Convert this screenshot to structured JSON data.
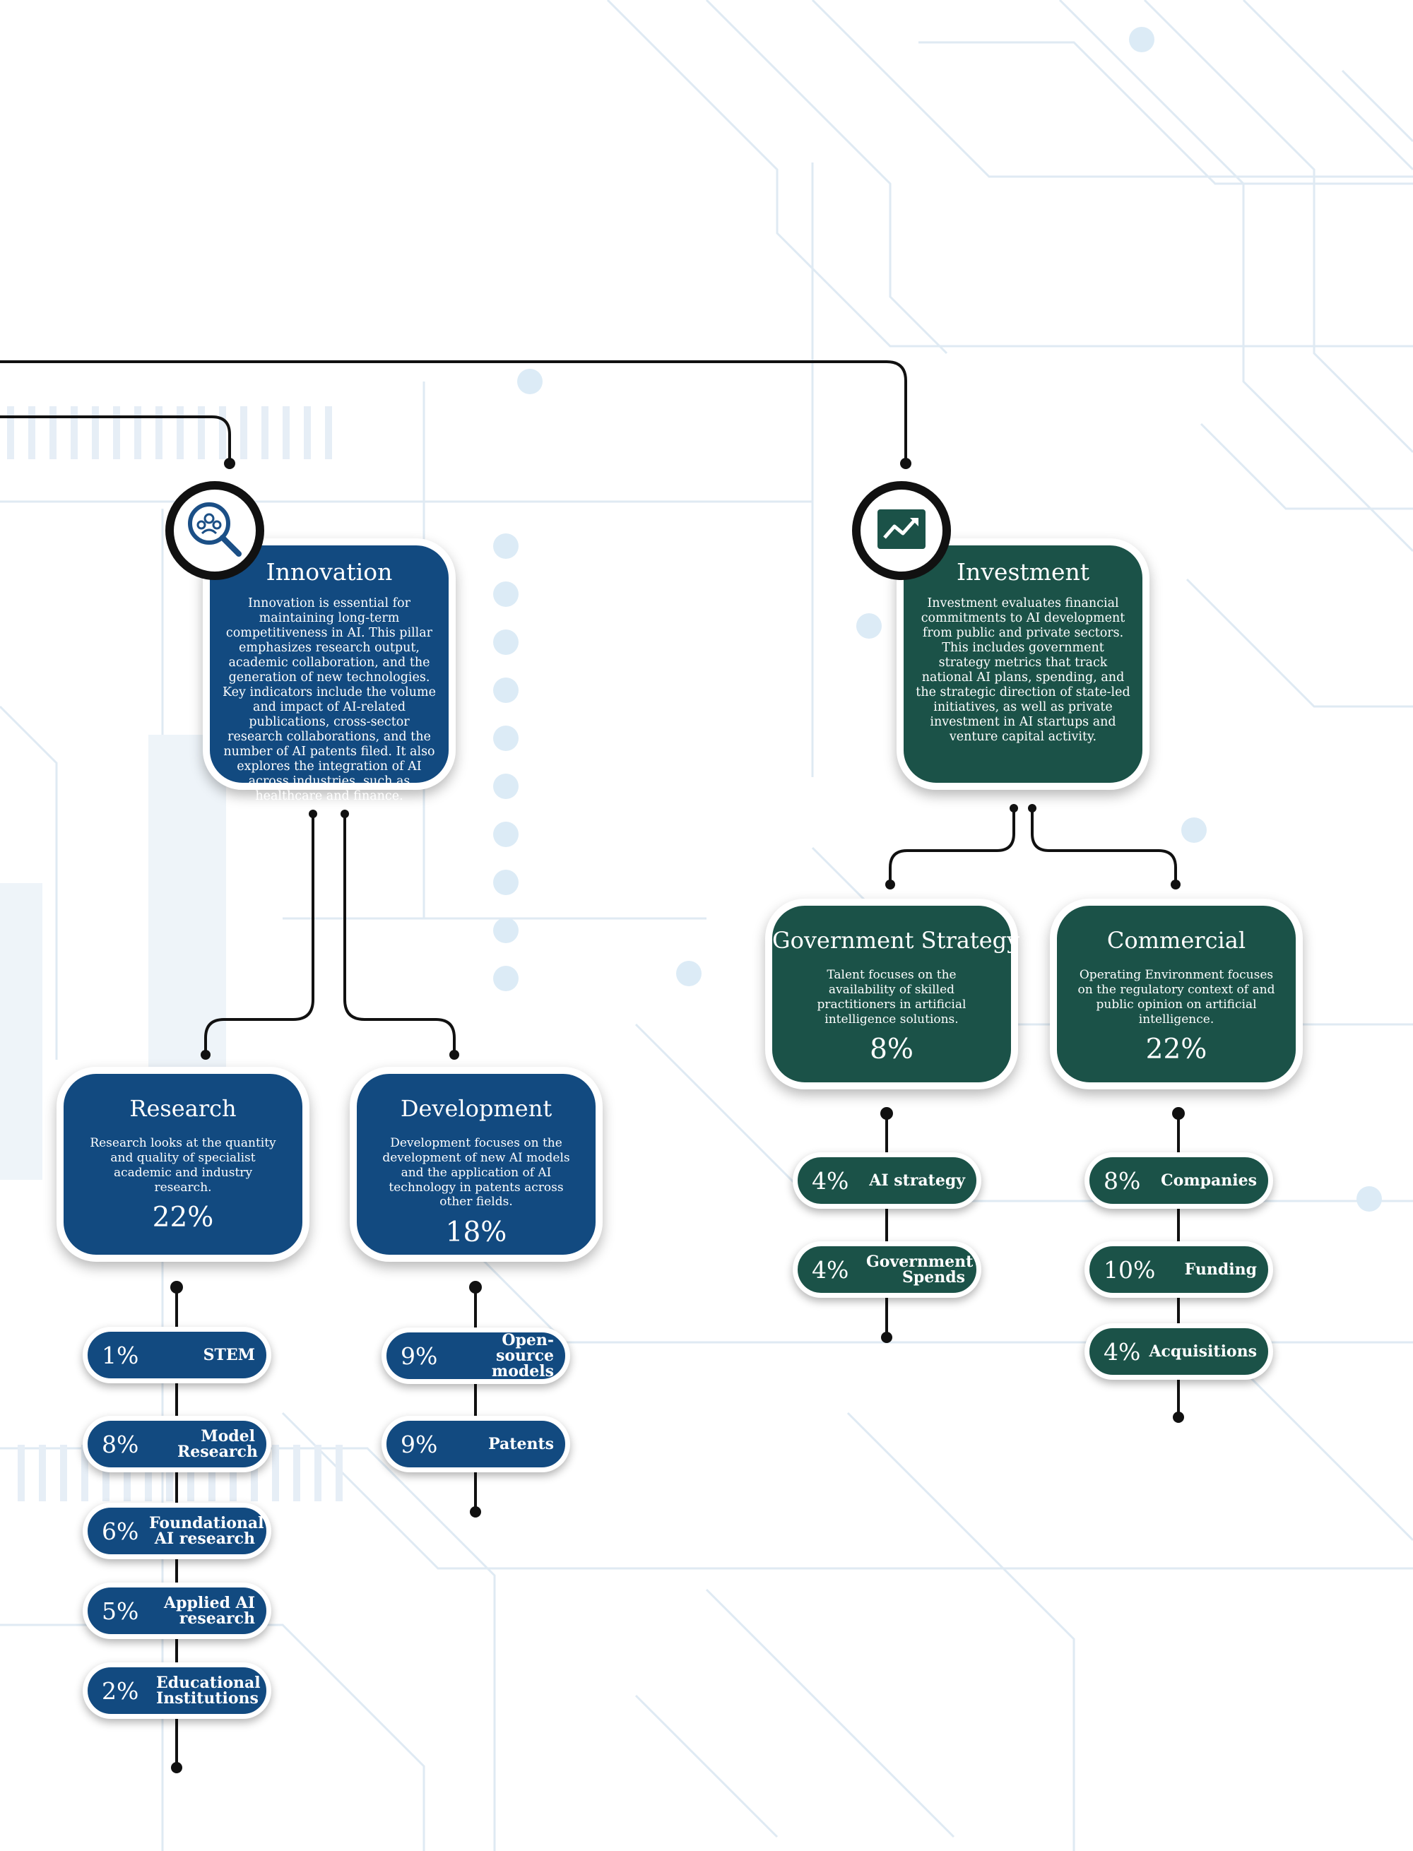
{
  "colors": {
    "innovation_blue": "#124a80",
    "investment_green": "#1b5248",
    "connector": "#111111",
    "background_circuit": "#dde9f2"
  },
  "innovation": {
    "icon": "magnifier-people-icon",
    "title": "Innovation",
    "description": "Innovation is essential for maintaining long-term competitiveness in AI. This pillar emphasizes research output, academic collaboration, and the generation of new technologies. Key indicators include the volume and impact of AI-related publications, cross-sector research collaborations, and the number of AI patents filed. It also explores the integration of AI across industries, such as healthcare and finance.",
    "subpillars": {
      "research": {
        "title": "Research",
        "description": "Research looks at the quantity and quality of specialist academic and industry research.",
        "percent": "22%",
        "indicators": [
          {
            "percent": "1%",
            "label": "STEM"
          },
          {
            "percent": "8%",
            "label": "Model Research"
          },
          {
            "percent": "6%",
            "label": "Foundational AI research"
          },
          {
            "percent": "5%",
            "label": "Applied AI research"
          },
          {
            "percent": "2%",
            "label": "Educational Institutions"
          }
        ]
      },
      "development": {
        "title": "Development",
        "description": "Development focuses on the development of new AI models and the application of AI technology in patents across other fields.",
        "percent": "18%",
        "indicators": [
          {
            "percent": "9%",
            "label": "Open-source models"
          },
          {
            "percent": "9%",
            "label": "Patents"
          }
        ]
      }
    }
  },
  "investment": {
    "icon": "trend-chart-icon",
    "title": "Investment",
    "description": "Investment evaluates financial commitments to AI development from public and private sectors. This includes government strategy metrics that track national AI plans, spending, and the strategic direction of state-led initiatives, as well as private investment in AI startups and venture capital activity.",
    "subpillars": {
      "government": {
        "title": "Government Strategy",
        "description": "Talent focuses on the availability of skilled practitioners in artificial intelligence solutions.",
        "percent": "8%",
        "indicators": [
          {
            "percent": "4%",
            "label": "AI strategy"
          },
          {
            "percent": "4%",
            "label": "Government Spends"
          }
        ]
      },
      "commercial": {
        "title": "Commercial",
        "description": "Operating Environment focuses on the regulatory context of and public opinion on artificial intelligence.",
        "percent": "22%",
        "indicators": [
          {
            "percent": "8%",
            "label": "Companies"
          },
          {
            "percent": "10%",
            "label": "Funding"
          },
          {
            "percent": "4%",
            "label": "Acquisitions"
          }
        ]
      }
    }
  }
}
